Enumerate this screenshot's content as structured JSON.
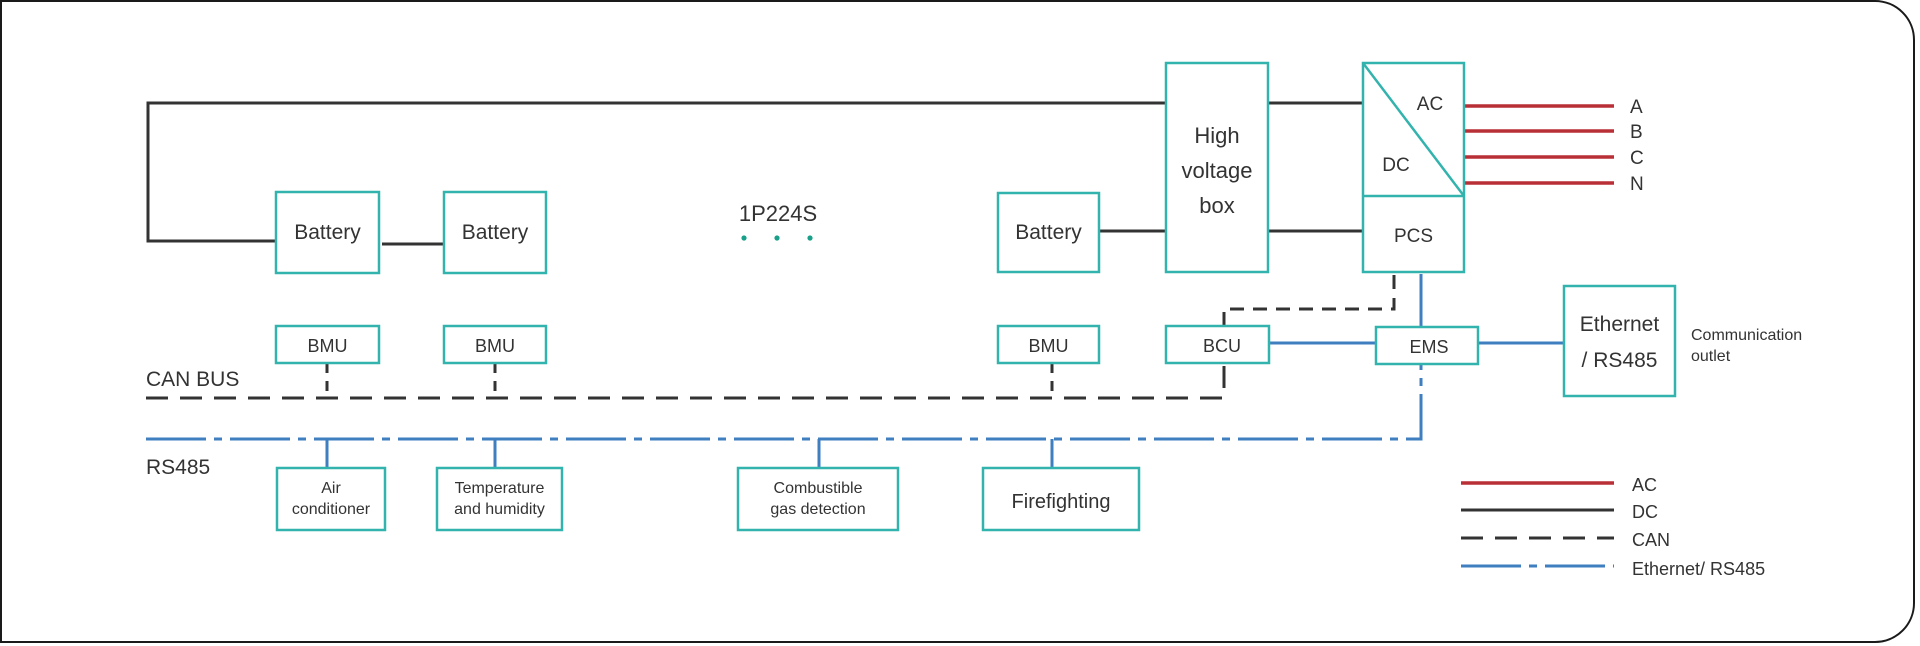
{
  "colors": {
    "ac": "#b82f35",
    "dc": "#333333",
    "can": "#333333",
    "rs485": "#3f7fc0",
    "box_border": "#33b3ad",
    "dots": "#1aa08a"
  },
  "diagram": {
    "batteries": [
      "Battery",
      "Battery",
      "Battery"
    ],
    "bmus": [
      "BMU",
      "BMU",
      "BMU"
    ],
    "series_label": "1P224S",
    "hv_box": [
      "High",
      "voltage",
      "box"
    ],
    "pcs": {
      "ac": "AC",
      "dc": "DC",
      "label": "PCS"
    },
    "phases": [
      "A",
      "B",
      "C",
      "N"
    ],
    "bcu": "BCU",
    "ems": "EMS",
    "ethernet": [
      "Ethernet",
      "/ RS485"
    ],
    "comm_outlet": [
      "Communication",
      "outlet"
    ],
    "can_bus": "CAN BUS",
    "rs485": "RS485",
    "peripherals": {
      "air": [
        "Air",
        "conditioner"
      ],
      "temp": [
        "Temperature",
        "and humidity"
      ],
      "gas": [
        "Combustible",
        "gas detection"
      ],
      "fire": "Firefighting"
    }
  },
  "legend": [
    "AC",
    "DC",
    "CAN",
    "Ethernet/ RS485"
  ]
}
